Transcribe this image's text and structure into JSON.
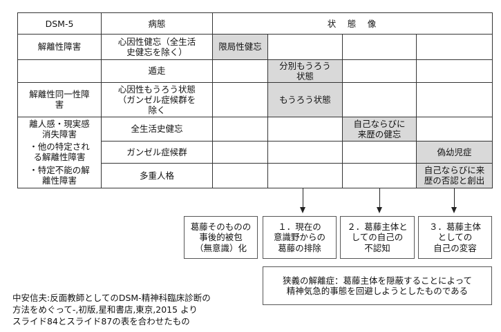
{
  "table": {
    "headers": {
      "dsm": "DSM-5",
      "pathology": "病態",
      "state": "状　態　像"
    },
    "rows": [
      {
        "dsm": "解離性障害",
        "pathology": "心因性健忘（全生活\n史健忘を除く）"
      },
      {
        "dsm": "",
        "pathology": "遁走"
      },
      {
        "dsm": "解離性同一性障\n害",
        "pathology": "心因性もうろう状態\n（ガンゼル症候群を\n除く"
      },
      {
        "dsm": "離人感・現実感\n消失障害",
        "pathology": "全生活史健忘"
      },
      {
        "dsm": "・他の特定され\nる解離性障害",
        "pathology": "ガンゼル症候群"
      },
      {
        "dsm": "・特定不能の解\n離性障害",
        "pathology": "多重人格"
      }
    ],
    "state_cells": {
      "localized_amnesia": "限局性健忘",
      "selective_twilight": "分別もうろう\n状態",
      "twilight": "もうろう状態",
      "self_history_amnesia": "自己ならびに\n来歴の健忘",
      "puerilism": "偽幼児症",
      "self_history_denial": "自己ならびに来\n歴の否認と創出"
    }
  },
  "boxes": {
    "conflict_envelope": "葛藤そのものの\n事後的被包\n（無意識）化",
    "exclusion": "１．現在の\n意識野からの\n葛藤の排除",
    "non_recognition": "２．葛藤主体と\nしての自己の\n不認知",
    "transformation": "３．葛藤主体\nとしての\n自己の変容",
    "narrow_definition": "狭義の解離症：葛藤主体を隠蔽することによって\n精神気急的事態を回避しようとしたものである"
  },
  "citation": "中安信夫:反面教師としてのDSM-精神科臨床診断の\n方法をめぐって-,初版,星和書店,東京,2015 より\nスライド84とスライド87の表を合わせたもの",
  "colors": {
    "shade": "#d9d9d9",
    "line": "#333333"
  }
}
